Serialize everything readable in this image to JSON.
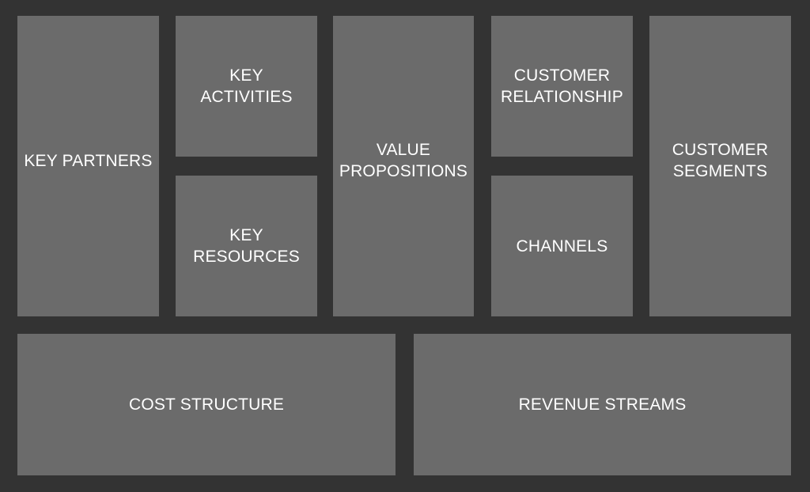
{
  "canvas": {
    "background_color": "#333333",
    "block_color": "#6b6b6b",
    "text_color": "#ffffff",
    "blocks": {
      "key_partners": {
        "lines": [
          "KEY PARTNERS"
        ]
      },
      "key_activities": {
        "lines": [
          "KEY",
          "ACTIVITIES"
        ]
      },
      "key_resources": {
        "lines": [
          "KEY",
          "RESOURCES"
        ]
      },
      "value_propositions": {
        "lines": [
          "VALUE",
          "PROPOSITIONS"
        ]
      },
      "customer_relationship": {
        "lines": [
          "CUSTOMER",
          "RELATIONSHIP"
        ]
      },
      "channels": {
        "lines": [
          "CHANNELS"
        ]
      },
      "customer_segments": {
        "lines": [
          "CUSTOMER",
          "SEGMENTS"
        ]
      },
      "cost_structure": {
        "lines": [
          "COST STRUCTURE"
        ]
      },
      "revenue_streams": {
        "lines": [
          "REVENUE STREAMS"
        ]
      }
    }
  }
}
